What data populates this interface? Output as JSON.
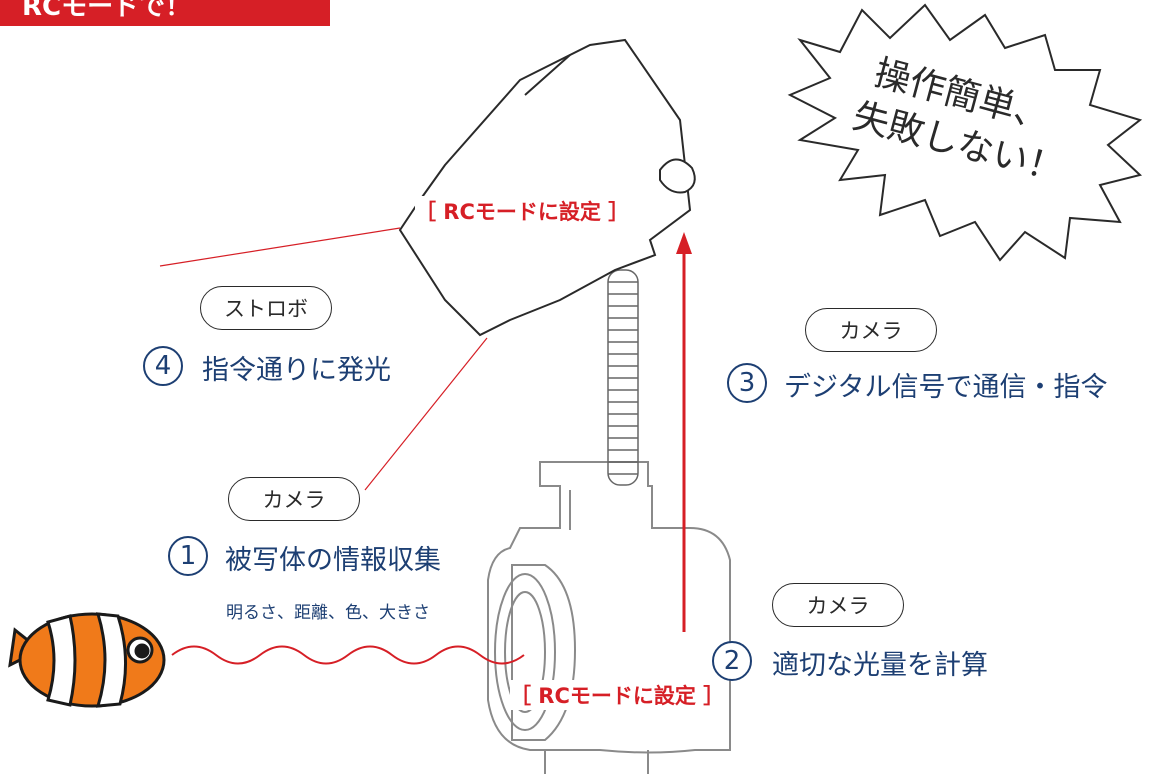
{
  "banner": {
    "text": "RCモードで！"
  },
  "speech_bubble": {
    "line1": "操作簡単、",
    "line2": "失敗しない！"
  },
  "rc_label_strobe": "［ RCモードに設定 ］",
  "rc_label_camera": "［ RCモードに設定 ］",
  "steps": [
    {
      "number": "1",
      "actor": "カメラ",
      "title": "被写体の情報収集",
      "detail": "明るさ、距離、色、大きさ"
    },
    {
      "number": "2",
      "actor": "カメラ",
      "title": "適切な光量を計算"
    },
    {
      "number": "3",
      "actor": "カメラ",
      "title": "デジタル信号で通信・指令"
    },
    {
      "number": "4",
      "actor": "ストロボ",
      "title": "指令通りに発光"
    }
  ],
  "colors": {
    "accent": "#d61f26",
    "text": "#1d3f73",
    "line": "#2a2a2a"
  },
  "icons": {
    "subject": "clownfish-icon",
    "strobe": "strobe-icon",
    "camera": "camera-icon"
  }
}
